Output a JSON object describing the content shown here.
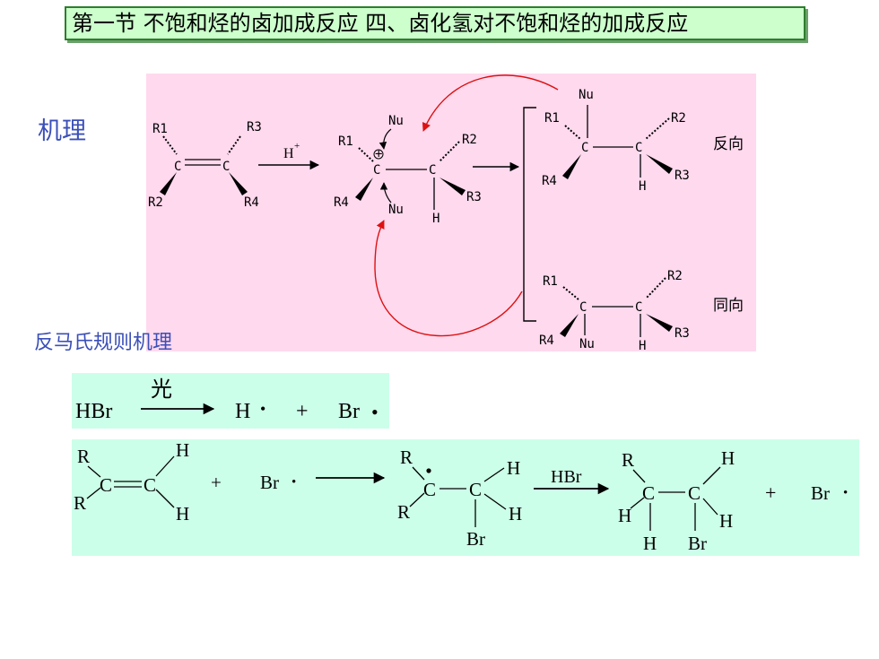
{
  "title": "第一节 不饱和烃的卤加成反应   四、卤化氢对不饱和烃的加成反应",
  "mechanism_label": "机理",
  "anti_markovnikov_label": "反马氏规则机理",
  "mechanism": {
    "alkene": {
      "r1": "R1",
      "r2": "R2",
      "r3": "R3",
      "r4": "R4",
      "c1": "C",
      "c2": "C"
    },
    "reagent": "H",
    "reagent_sup": "+",
    "carbocation": {
      "r1": "R1",
      "r2": "R2",
      "r3": "R3",
      "r4": "R4",
      "c1": "C",
      "c2": "C",
      "h": "H",
      "plus": "+",
      "nu_top": "Nu",
      "nu_bottom": "Nu"
    },
    "product_anti": {
      "nu": "Nu",
      "r1": "R1",
      "r2": "R2",
      "r3": "R3",
      "r4": "R4",
      "c1": "C",
      "c2": "C",
      "h": "H",
      "label": "反向"
    },
    "product_syn": {
      "nu": "Nu",
      "r1": "R1",
      "r2": "R2",
      "r3": "R3",
      "r4": "R4",
      "c1": "C",
      "c2": "C",
      "h": "H",
      "label": "同向"
    }
  },
  "radical_initiation": {
    "reactant": "HBr",
    "condition": "光",
    "h_radical": "H",
    "plus": "+",
    "br_radical": "Br",
    "dot": "•"
  },
  "radical_propagation": {
    "alkene": {
      "r_top": "R",
      "r_bottom": "R",
      "c1": "C",
      "c2": "C",
      "h_top": "H",
      "h_bottom": "H"
    },
    "plus1": "+",
    "br_radical": "Br",
    "dot": "•",
    "intermediate": {
      "r_top": "R",
      "r_bottom": "R",
      "c1": "C",
      "c2": "C",
      "h_top": "H",
      "h_bottom": "H",
      "br": "Br"
    },
    "reagent": "HBr",
    "product": {
      "r_top": "R",
      "h_left": "H",
      "h_below": "H",
      "c1": "C",
      "c2": "C",
      "h_top": "H",
      "h_right": "H",
      "br": "Br"
    },
    "plus2": "+",
    "br_radical_2": "Br"
  }
}
